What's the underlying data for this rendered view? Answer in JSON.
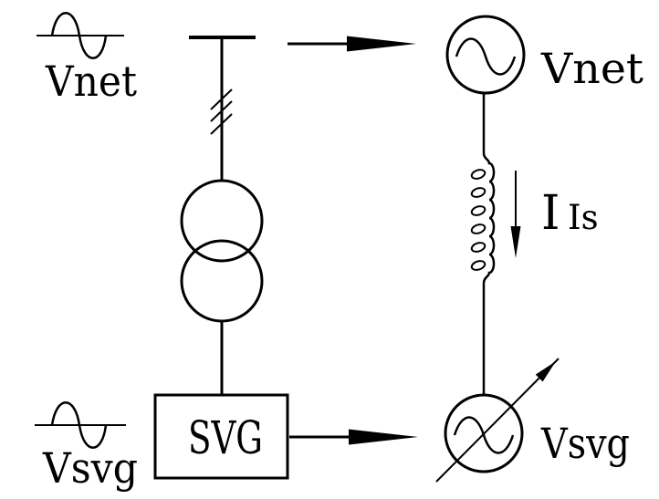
{
  "colors": {
    "background": "#ffffff",
    "ink": "#000000"
  },
  "left_panel": {
    "vnet_label": "Vnet",
    "vsvg_label": "Vsvg",
    "svg_box_label": "SVG"
  },
  "right_panel": {
    "vnet_source_label": "Vnet",
    "vsvg_source_label": "Vsvg",
    "current_label": "I",
    "current_subscript": "Is"
  }
}
